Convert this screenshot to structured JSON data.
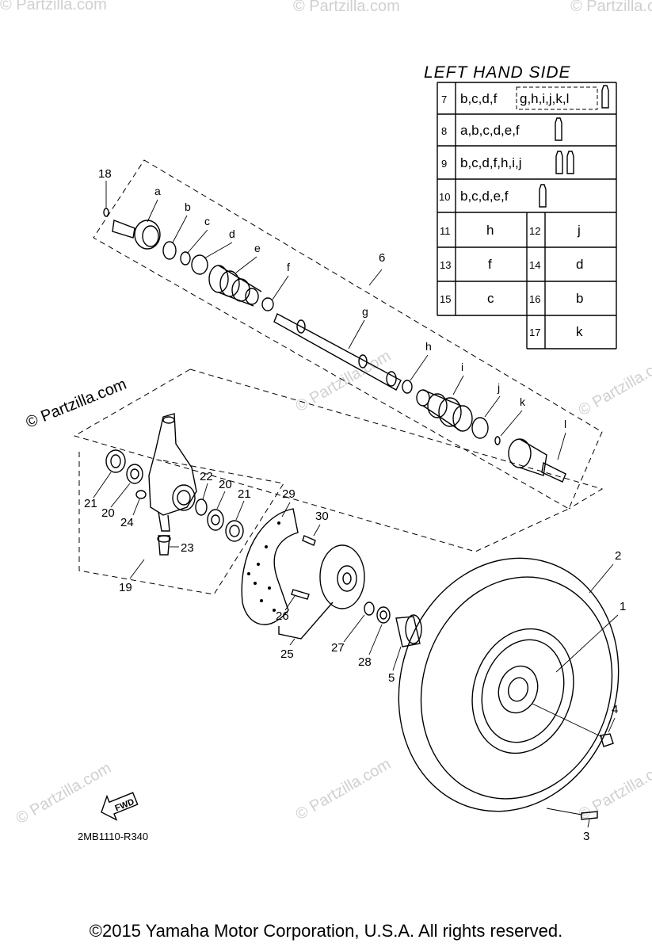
{
  "watermark": {
    "text": "© Partzilla.com"
  },
  "table": {
    "title": "LEFT HAND SIDE",
    "full_rows": [
      {
        "num": "7",
        "parts_plain": "b,c,d,f",
        "parts_boxed": "g,h,i,j,k,l",
        "tubes": 1
      },
      {
        "num": "8",
        "parts_plain": "a,b,c,d,e,f",
        "parts_boxed": "",
        "tubes": 1
      },
      {
        "num": "9",
        "parts_plain": "b,c,d,f,h,i,j",
        "parts_boxed": "",
        "tubes": 2
      },
      {
        "num": "10",
        "parts_plain": "b,c,d,e,f",
        "parts_boxed": "",
        "tubes": 1
      }
    ],
    "pair_rows": [
      {
        "left_num": "11",
        "left_part": "h",
        "right_num": "12",
        "right_part": "j"
      },
      {
        "left_num": "13",
        "left_part": "f",
        "right_num": "14",
        "right_part": "d"
      },
      {
        "left_num": "15",
        "left_part": "c",
        "right_num": "16",
        "right_part": "b"
      },
      {
        "left_num": "",
        "left_part": "",
        "right_num": "17",
        "right_part": "k"
      }
    ]
  },
  "shaft_letters": [
    "a",
    "b",
    "c",
    "d",
    "e",
    "f",
    "g",
    "h",
    "i",
    "j",
    "k",
    "l"
  ],
  "callouts": {
    "n1": "1",
    "n2": "2",
    "n3": "3",
    "n4": "4",
    "n5": "5",
    "n6": "6",
    "n18": "18",
    "n19": "19",
    "n20a": "20",
    "n20b": "20",
    "n21a": "21",
    "n21b": "21",
    "n22": "22",
    "n23": "23",
    "n24": "24",
    "n25": "25",
    "n26": "26",
    "n27": "27",
    "n28": "28",
    "n29": "29",
    "n30": "30"
  },
  "fwd_label": "FWD",
  "diagram_ref": "2MB1110-R340",
  "copyright": "©2015 Yamaha Motor Corporation, U.S.A. All rights reserved."
}
